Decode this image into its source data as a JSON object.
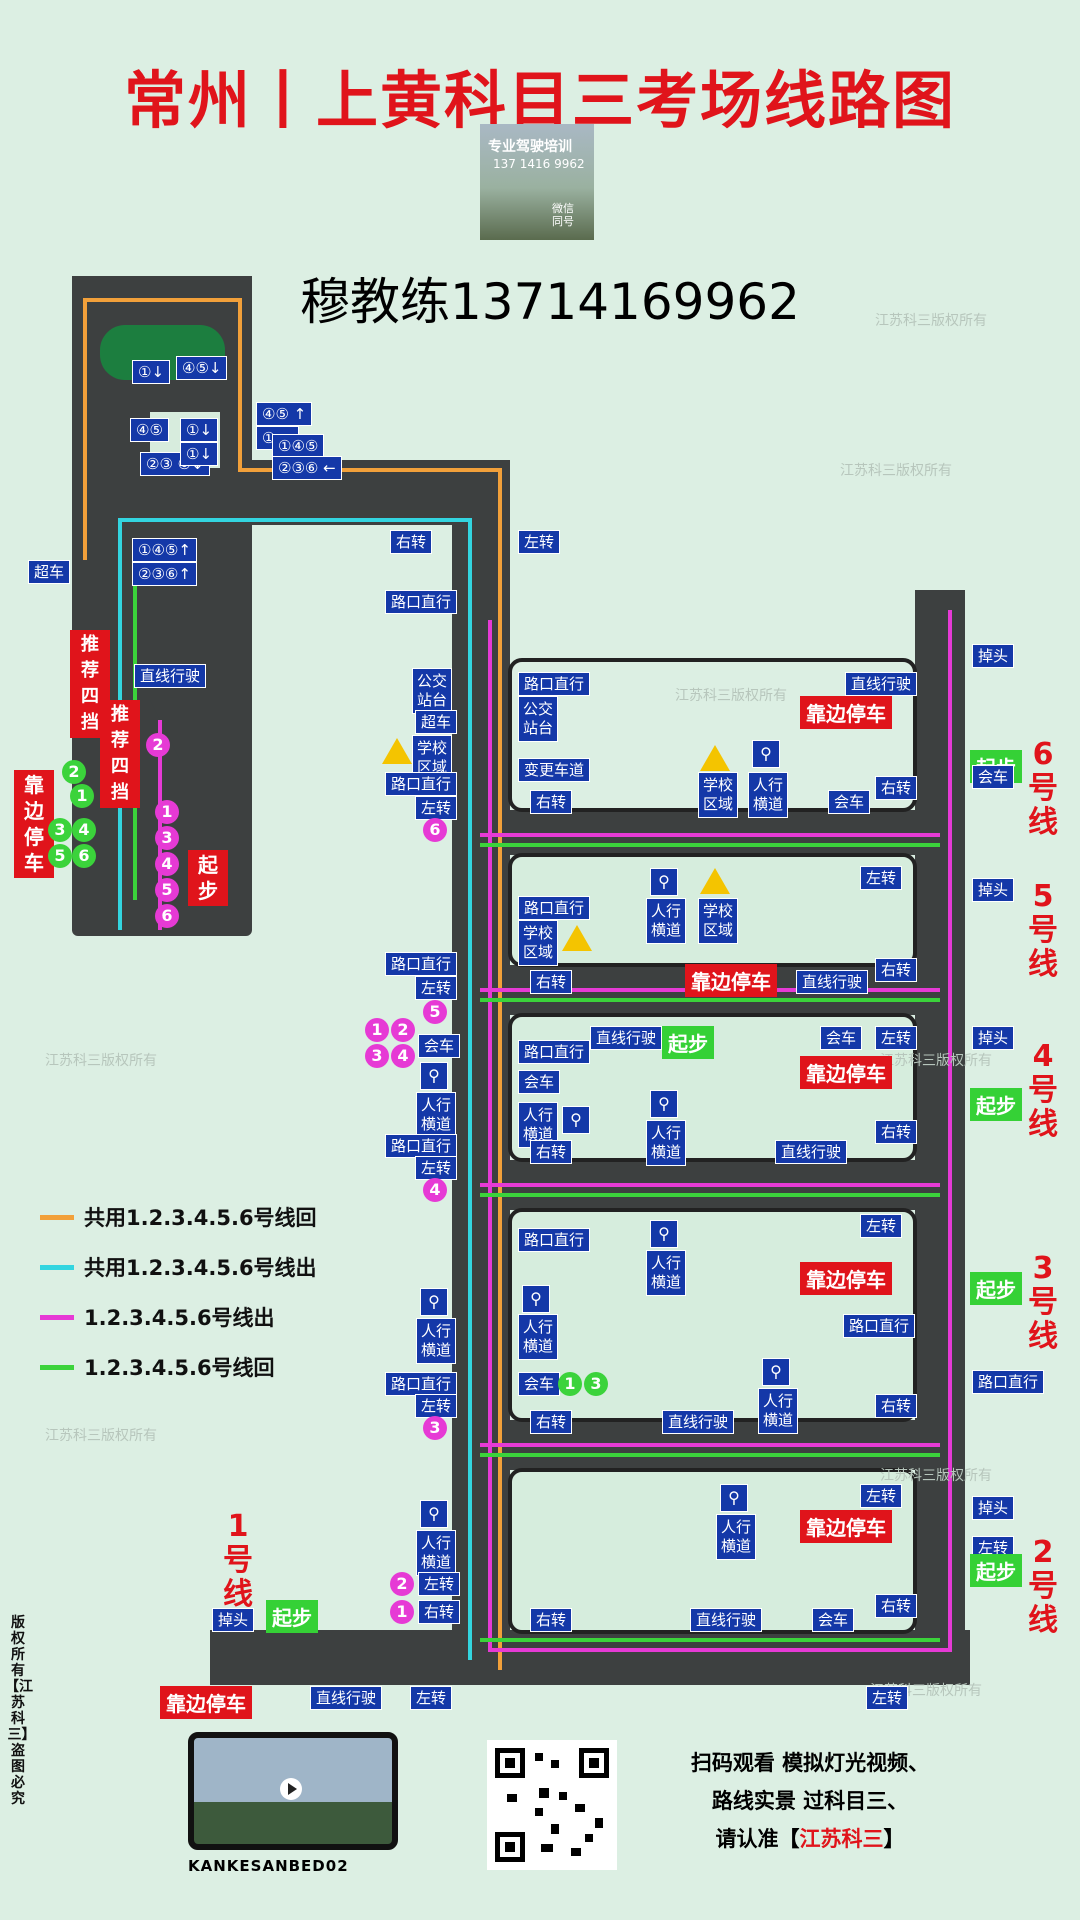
{
  "title": "常州丨上黄科目三考场线路图",
  "contact": "穆教练13714169962",
  "logo": {
    "line1": "专业驾驶培训",
    "line2": "137 1416 9962",
    "badge": "微信同号"
  },
  "watermark": "江苏科三版权所有",
  "legend": [
    {
      "label": "共用1.2.3.4.5.6号线回",
      "color": "#f2a03a"
    },
    {
      "label": "共用1.2.3.4.5.6号线出",
      "color": "#33d5e0"
    },
    {
      "label": "1.2.3.4.5.6号线出",
      "color": "#e63ad5"
    },
    {
      "label": "1.2.3.4.5.6号线回",
      "color": "#3bd33b"
    }
  ],
  "signs": {
    "chaoche": "超车",
    "zhixian": "直线行驶",
    "youzhuan": "右转",
    "zuozhuan": "左转",
    "lukou": "路口直行",
    "gongjiao": "公交站台",
    "xuexiao": "学校区域",
    "biangeng": "变更车道",
    "huiche": "会车",
    "diaotou": "掉头",
    "renxing": "人行横道",
    "tuijian": "推荐四挡"
  },
  "labels": {
    "kaobian": "靠边停车",
    "qibu": "起步",
    "line1": "1号线",
    "line2": "2号线",
    "line3": "3号线",
    "line4": "4号线",
    "line5": "5号线",
    "line6": "6号线"
  },
  "lane_signs": {
    "s1": "①↓",
    "s2": "④⑤↓",
    "s3": "④⑤",
    "s4": "①↓",
    "s5": "②③ ⑥↓",
    "s6": "①↓",
    "s7": "④⑤ ↑",
    "s8": "① ←",
    "s9": "①④⑤",
    "s10": "②③⑥ ←",
    "s11": "①④⑤↑",
    "s12": "②③⑥↑"
  },
  "circles": [
    "1",
    "2",
    "3",
    "4",
    "5",
    "6"
  ],
  "bottom": {
    "line1": "扫码观看 模拟灯光视频、",
    "line2": "路线实景 过科目三、",
    "line3_pre": "请认准【",
    "line3_brand": "江苏科三",
    "line3_post": "】"
  },
  "video_label": "KANKESANBED02",
  "copyright": "版权所有【江苏科三】盗图必究"
}
